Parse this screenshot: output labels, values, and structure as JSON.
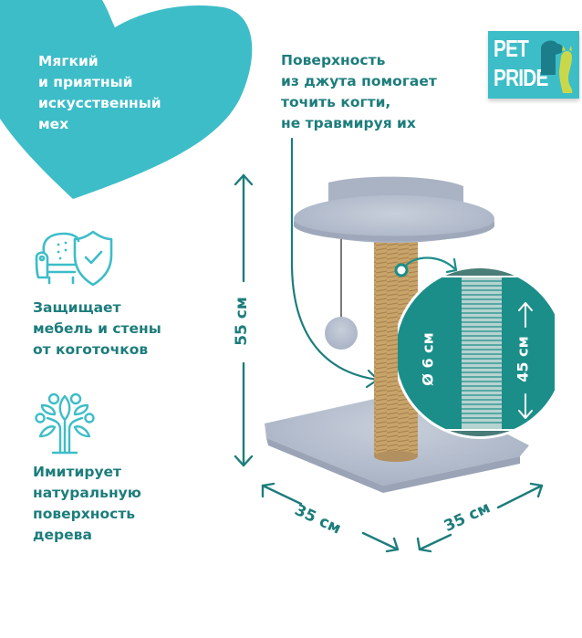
{
  "colors": {
    "heart": "#3dbdc8",
    "teal_dark": "#1d7d7c",
    "teal_circle": "#1c8e8a",
    "fur": "#b9c2d2",
    "jute": "#c9a46a",
    "logo_bg": "#3dbdc8",
    "logo_accent": "#c8d84a"
  },
  "heart_callout": {
    "lines": [
      "Мягкий",
      "и приятный",
      "искусственный",
      "мех"
    ]
  },
  "jute_callout": {
    "lines": [
      "Поверхность",
      "из джута помогает",
      "точить когти,",
      "не травмируя их"
    ]
  },
  "logo": {
    "line1": "PET",
    "line2": "PRIDE"
  },
  "features": [
    {
      "icon": "armchair-shield-icon",
      "lines": [
        "Защищает",
        "мебель и стены",
        "от коготочков"
      ]
    },
    {
      "icon": "tree-icon",
      "lines": [
        "Имитирует",
        "натуральную",
        "поверхность",
        "дерева"
      ]
    }
  ],
  "dimensions": {
    "height": "55 см",
    "width_left": "35 см",
    "width_right": "35 см",
    "post_diameter": "Ø 6 см",
    "post_height": "45 см"
  }
}
